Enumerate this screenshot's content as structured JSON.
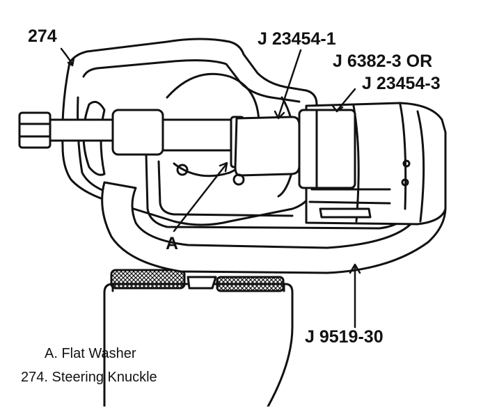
{
  "callouts": {
    "knuckle_number": "274",
    "tool_receiver": "J 23454-1",
    "tool_adapter_a": "J 6382-3 OR",
    "tool_adapter_b": "J 23454-3",
    "washer_letter": "A",
    "tool_clamp": "J 9519-30"
  },
  "legend": {
    "item_a": "A. Flat Washer",
    "item_274": "274. Steering Knuckle"
  },
  "colors": {
    "ink": "#111111",
    "paper": "#ffffff"
  }
}
